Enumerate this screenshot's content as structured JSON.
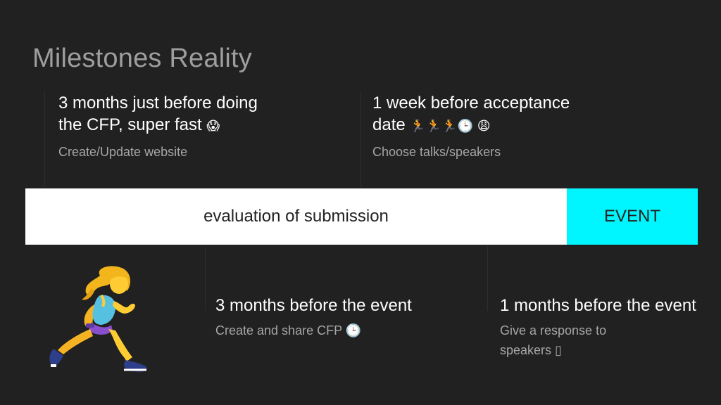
{
  "slide": {
    "title": "Milestones Reality",
    "timeline": {
      "main_label": "evaluation of submission",
      "event_label": "EVENT",
      "event_color": "#00f6ff"
    },
    "milestones_top": [
      {
        "head_line1": "3 months just before doing",
        "head_line2": "the CFP,  super fast",
        "emoji": "😱",
        "subtitle": "Create/Update website"
      },
      {
        "head_line1": "1 week before acceptance",
        "head_line2": "date",
        "emoji": "🏃🏃🏃🕒 😩",
        "subtitle": "Choose talks/speakers"
      }
    ],
    "milestones_bottom": [
      {
        "head": "3 months before the event",
        "subtitle": "Create and share CFP",
        "emoji": "🕒"
      },
      {
        "head": "1 months before the event",
        "subtitle_line1": "Give a response to",
        "subtitle_line2": "speakers",
        "emoji": "▯"
      }
    ],
    "illustration": {
      "icon": "woman-running-icon"
    }
  }
}
